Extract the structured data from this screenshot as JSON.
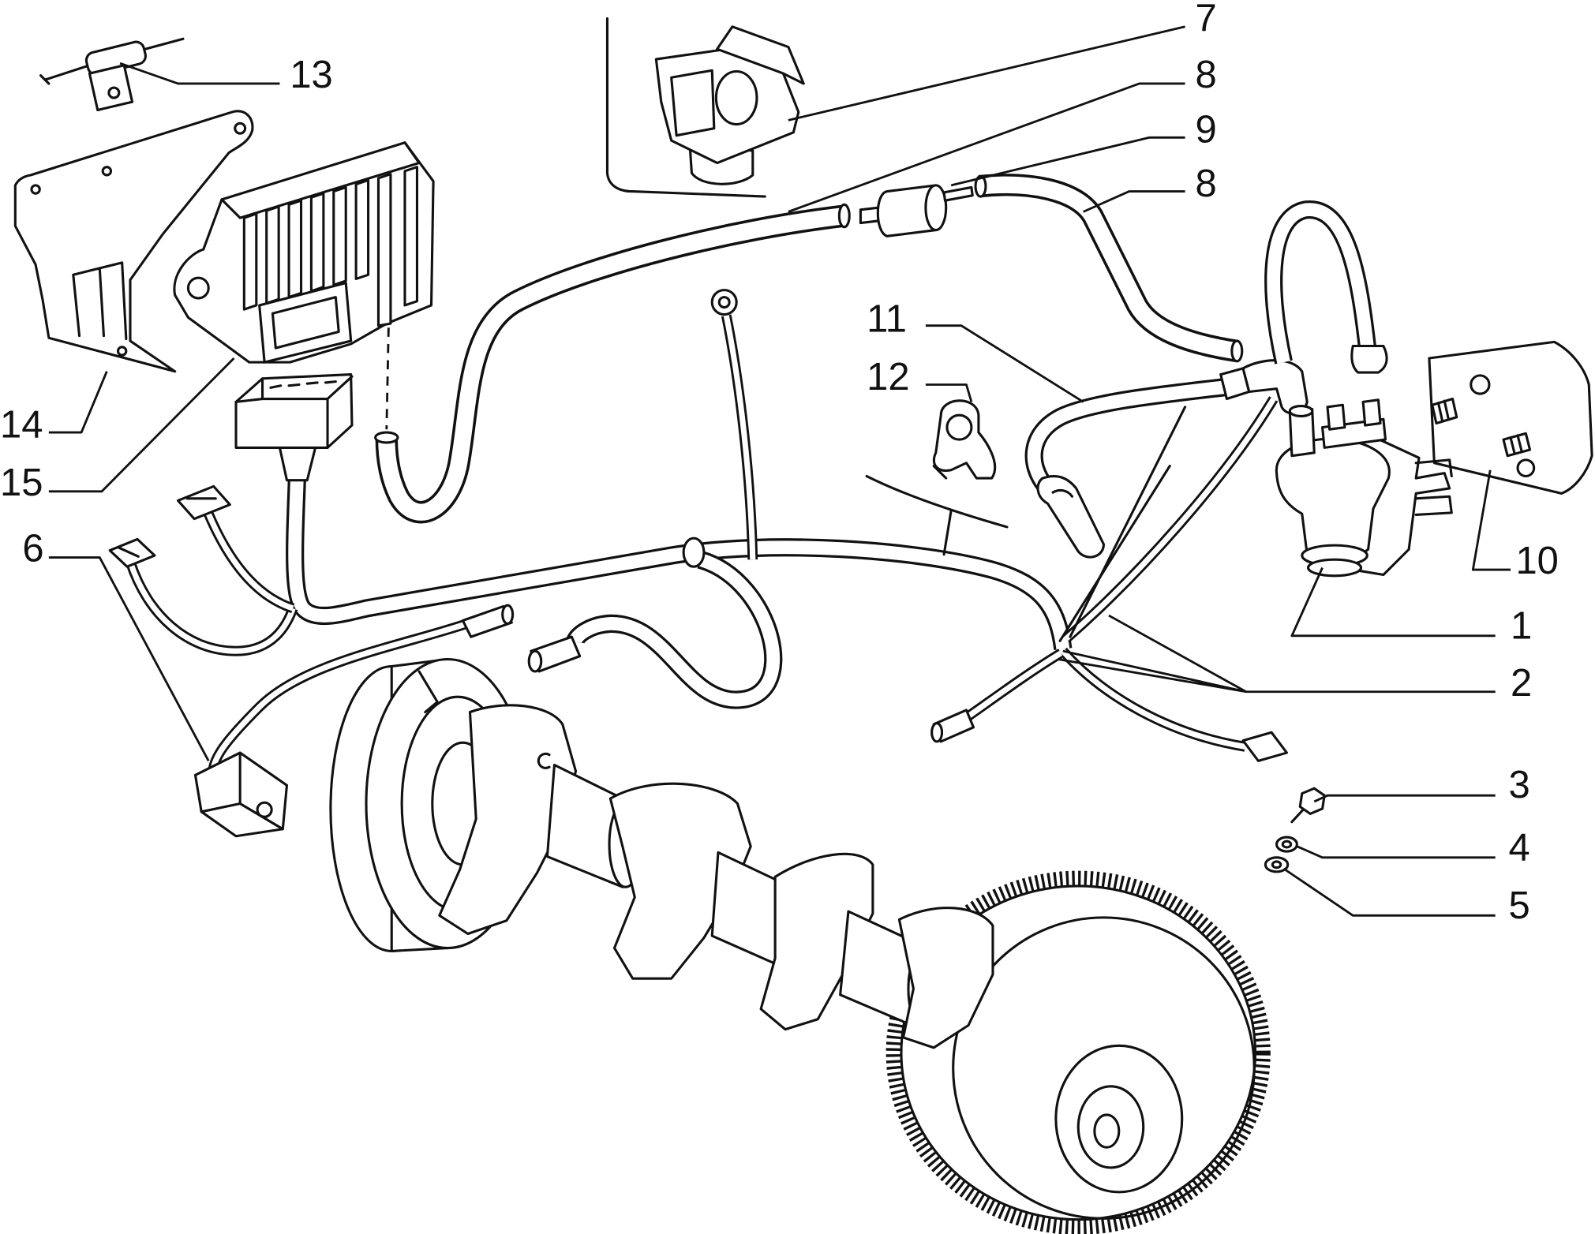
{
  "figure": {
    "background": "#ffffff",
    "line_color": "#111111"
  },
  "callouts": [
    "13",
    "7",
    "8",
    "9",
    "8",
    "11",
    "12",
    "14",
    "15",
    "6",
    "10",
    "1",
    "2",
    "3",
    "4",
    "5"
  ]
}
